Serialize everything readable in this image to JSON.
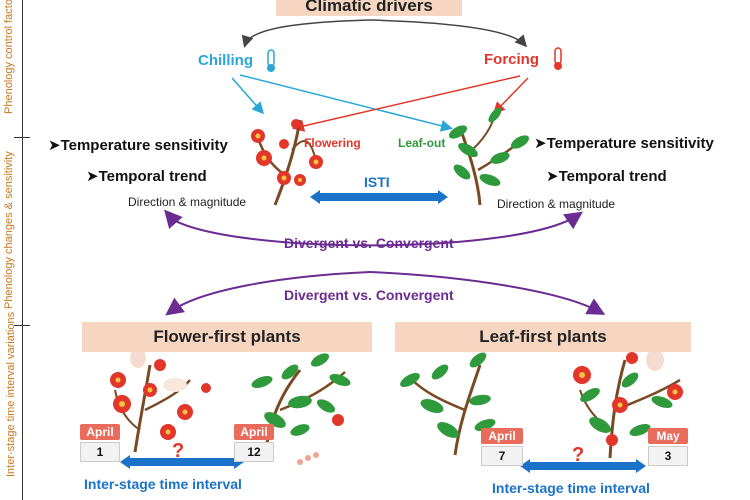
{
  "title": "Climatic drivers",
  "side_labels": {
    "top": "Phenology control factors",
    "middle": "Phenology changes & sensitivity",
    "bottom": "Inter-stage time interval variations"
  },
  "drivers": {
    "chilling": "Chilling",
    "forcing": "Forcing"
  },
  "stages": {
    "flowering": "Flowering",
    "leafout": "Leaf-out",
    "isti": "ISTI"
  },
  "left_metrics": {
    "sensitivity": "Temperature sensitivity",
    "trend": "Temporal trend",
    "direction": "Direction & magnitude"
  },
  "right_metrics": {
    "sensitivity": "Temperature sensitivity",
    "trend": "Temporal trend",
    "direction": "Direction & magnitude"
  },
  "comparisons": {
    "upper": "Divergent vs. Convergent",
    "lower": "Divergent vs. Convergent"
  },
  "panels": {
    "flower_first": {
      "title": "Flower-first plants",
      "cal_left": {
        "month": "April",
        "day": "1"
      },
      "cal_right": {
        "month": "April",
        "day": "12"
      },
      "question": "?",
      "interval": "Inter-stage time interval"
    },
    "leaf_first": {
      "title": "Leaf-first plants",
      "cal_left": {
        "month": "April",
        "day": "7"
      },
      "cal_right": {
        "month": "May",
        "day": "3"
      },
      "question": "?",
      "interval": "Inter-stage time interval"
    }
  },
  "colors": {
    "chilling": "#2aa7d6",
    "forcing": "#e2362b",
    "purple": "#6a2c91",
    "isti_blue": "#1a73c9",
    "leaf_green": "#2e9a3c",
    "box_peach": "#f6d6c0"
  }
}
